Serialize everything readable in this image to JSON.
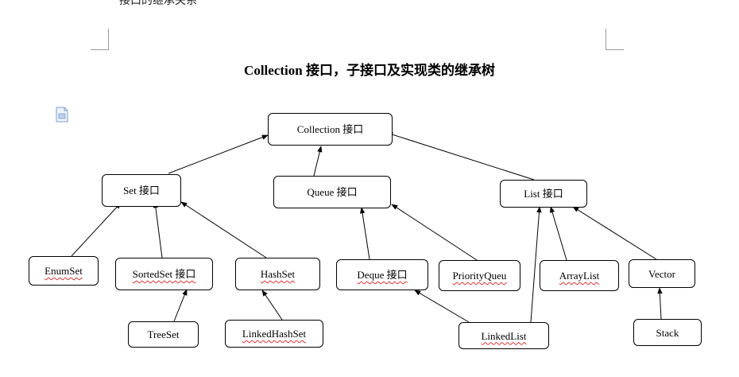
{
  "top_cut_text": "接口的继承关系",
  "diagram": {
    "title": "Collection 接口，子接口及实现类的继承树",
    "nodes": [
      {
        "id": "collection",
        "label": "Collection 接口",
        "underline": "none"
      },
      {
        "id": "set",
        "label": "Set 接口",
        "underline": "none"
      },
      {
        "id": "queue",
        "label": "Queue 接口",
        "underline": "none"
      },
      {
        "id": "list",
        "label": "List 接口",
        "underline": "none"
      },
      {
        "id": "enumset",
        "label": "EnumSet",
        "underline": "wavy"
      },
      {
        "id": "sortedset",
        "label": "SortedSet 接口",
        "underline": "wavy"
      },
      {
        "id": "hashset",
        "label": "HashSet",
        "underline": "wavy"
      },
      {
        "id": "deque",
        "label": "Deque 接口",
        "underline": "wavy"
      },
      {
        "id": "priorityqueue",
        "label": "PriorityQueu",
        "underline": "wavy"
      },
      {
        "id": "arraylist",
        "label": "ArrayList",
        "underline": "wavy"
      },
      {
        "id": "vector",
        "label": "Vector",
        "underline": "none"
      },
      {
        "id": "treeset",
        "label": "TreeSet",
        "underline": "none"
      },
      {
        "id": "linkedhashset",
        "label": "LinkedHashSet",
        "underline": "wavy"
      },
      {
        "id": "linkedlist",
        "label": "LinkedList",
        "underline": "wavy"
      },
      {
        "id": "stack",
        "label": "Stack",
        "underline": "none"
      }
    ],
    "edges": [
      {
        "from": "set",
        "to": "collection"
      },
      {
        "from": "queue",
        "to": "collection"
      },
      {
        "from": "list",
        "to": "collection"
      },
      {
        "from": "enumset",
        "to": "set"
      },
      {
        "from": "sortedset",
        "to": "set"
      },
      {
        "from": "hashset",
        "to": "set"
      },
      {
        "from": "treeset",
        "to": "sortedset"
      },
      {
        "from": "linkedhashset",
        "to": "hashset"
      },
      {
        "from": "deque",
        "to": "queue"
      },
      {
        "from": "priorityqueue",
        "to": "queue"
      },
      {
        "from": "linkedlist",
        "to": "deque"
      },
      {
        "from": "linkedlist",
        "to": "list"
      },
      {
        "from": "arraylist",
        "to": "list"
      },
      {
        "from": "vector",
        "to": "list"
      },
      {
        "from": "stack",
        "to": "vector"
      }
    ]
  }
}
